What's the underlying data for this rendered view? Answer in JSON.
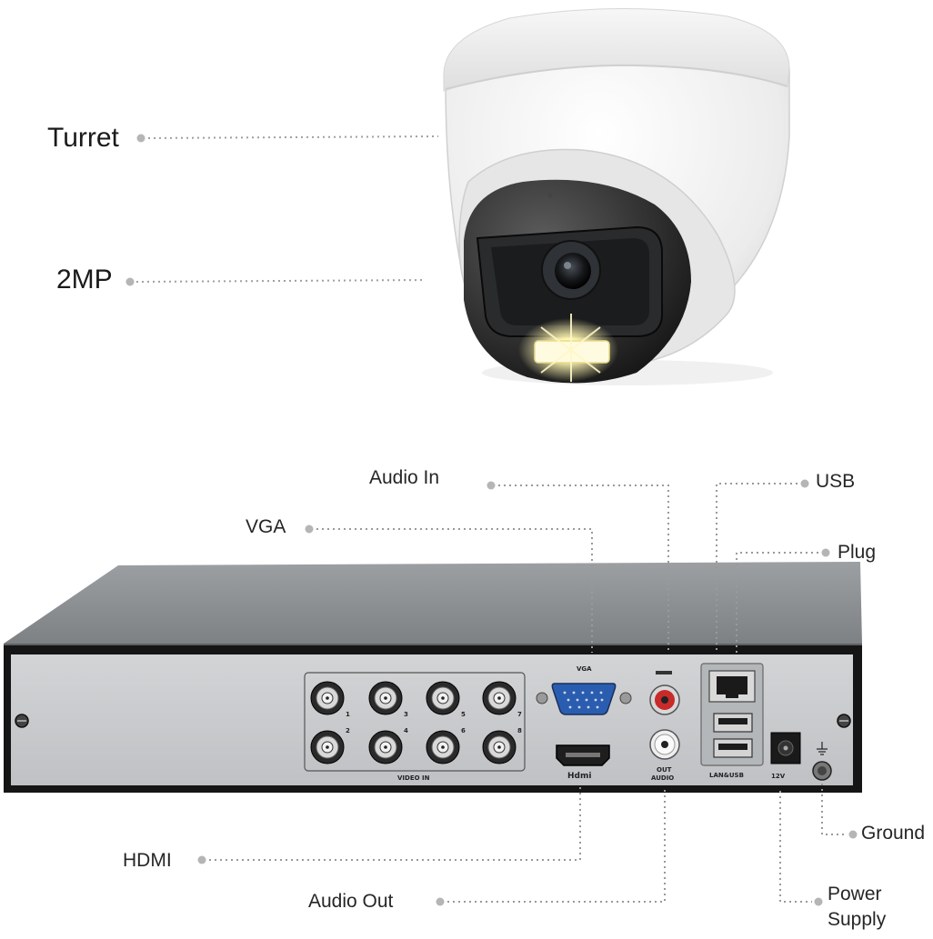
{
  "camera": {
    "labels": {
      "turret": "Turret",
      "resolution": "2MP"
    }
  },
  "dvr": {
    "labels": {
      "audio_in": "Audio In",
      "usb": "USB",
      "vga": "VGA",
      "plug": "Plug",
      "ground": "Ground",
      "hdmi": "HDMI",
      "power_supply_line1": "Power",
      "power_supply_line2": "Supply",
      "audio_out": "Audio Out"
    },
    "panel_text": {
      "vga": "VGA",
      "video_in": "VIDEO IN",
      "hdmi": "Hdmi",
      "audio_out_top": "OUT",
      "audio_out_bottom": "AUDIO",
      "lan_usb": "LAN&USB",
      "power": "12V",
      "channels": [
        "1",
        "2",
        "3",
        "4",
        "5",
        "6",
        "7",
        "8"
      ]
    }
  },
  "colors": {
    "camera_body": "#f3f3f3",
    "dvr_top": "#8f9396",
    "dvr_panel": "#c9cbce",
    "dvr_frame": "#151515",
    "callout_dot": "#b5b5b5",
    "callout_line": "#9a9a9a",
    "light_glow": "#fff3a0"
  }
}
